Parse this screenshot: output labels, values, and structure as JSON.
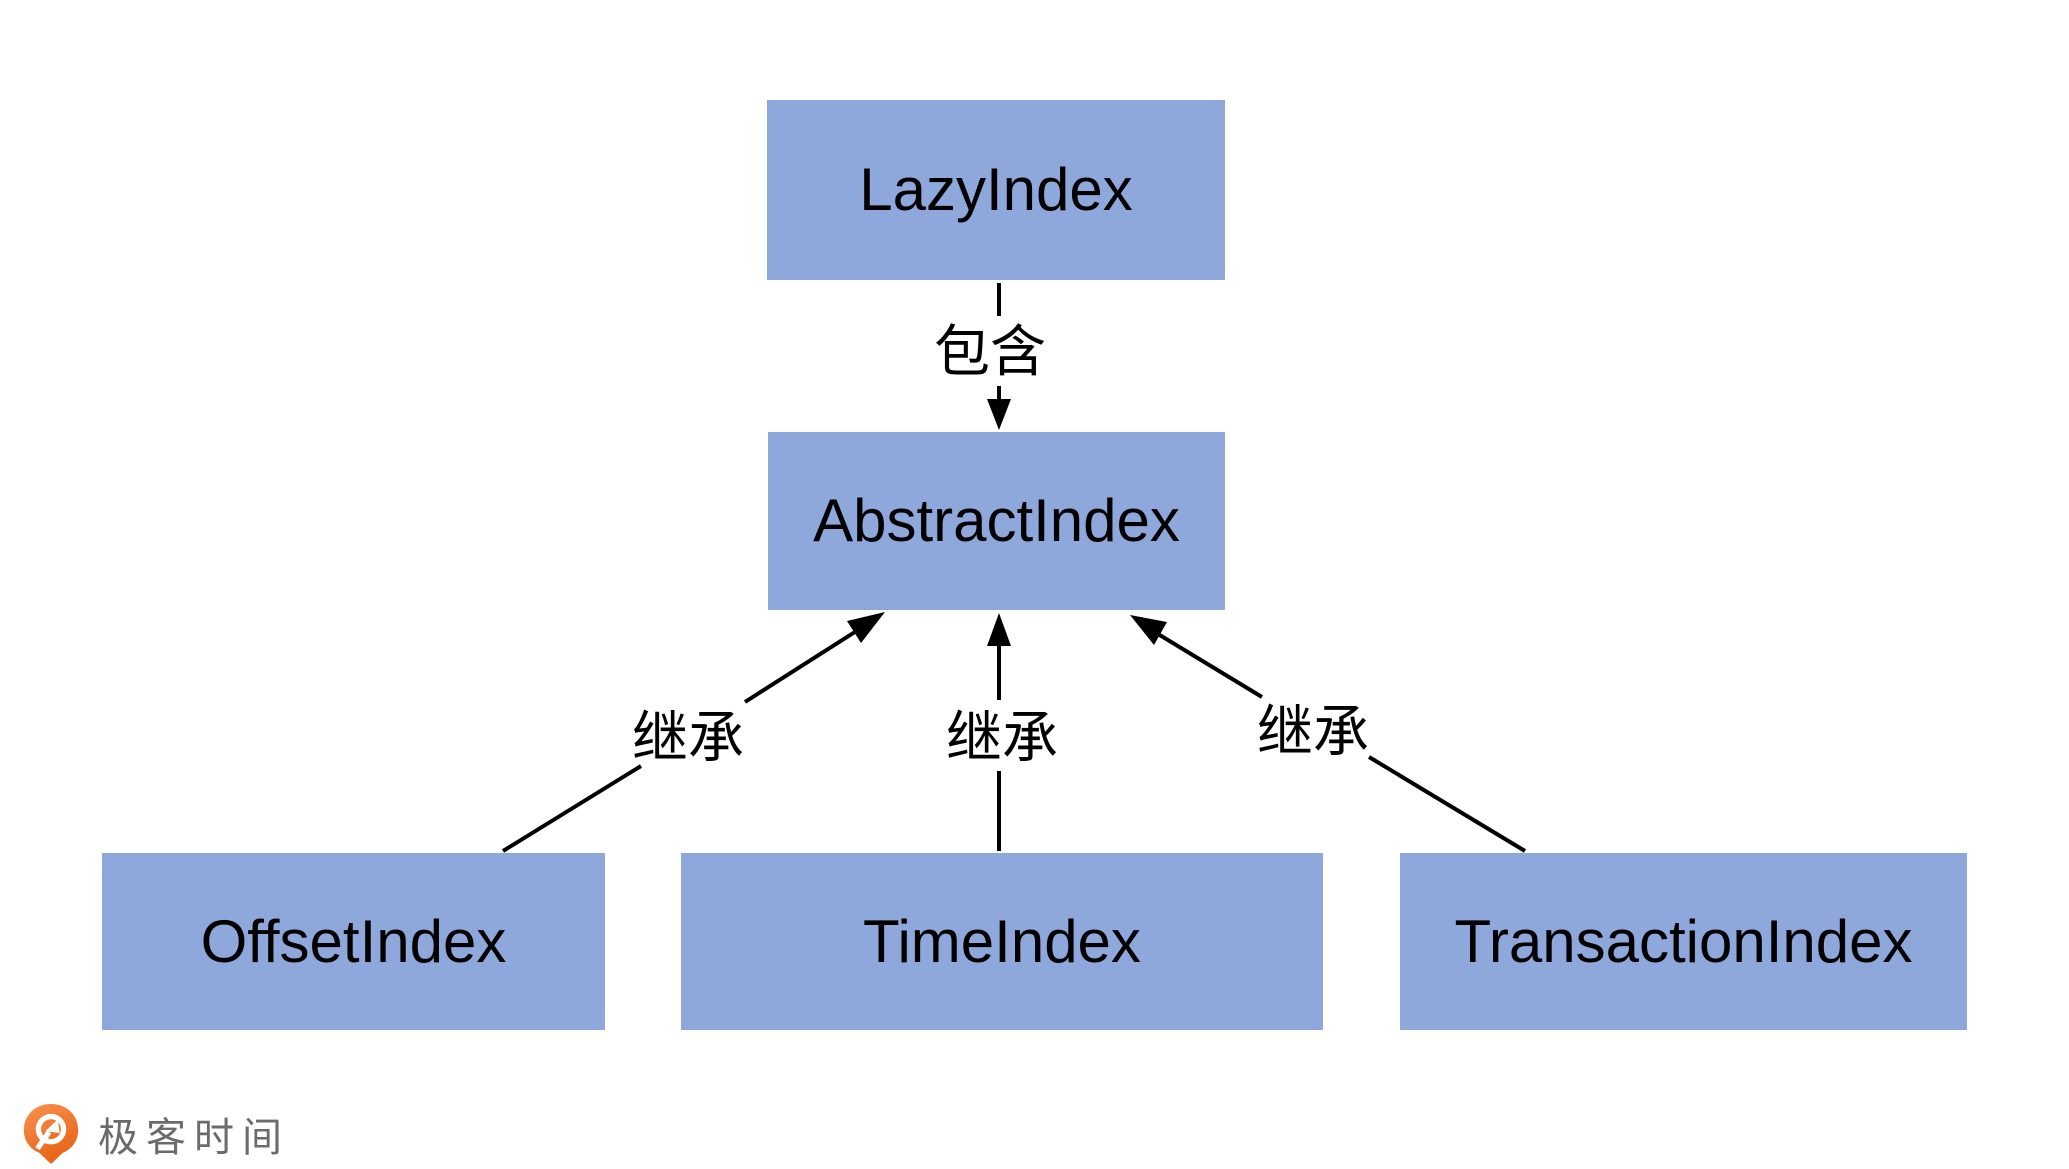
{
  "diagram": {
    "nodes": {
      "lazy": {
        "label": "LazyIndex"
      },
      "abstract": {
        "label": "AbstractIndex"
      },
      "offset": {
        "label": "OffsetIndex"
      },
      "time": {
        "label": "TimeIndex"
      },
      "transaction": {
        "label": "TransactionIndex"
      }
    },
    "edges": {
      "contains": {
        "label": "包含",
        "from": "LazyIndex",
        "to": "AbstractIndex"
      },
      "inherit_offset": {
        "label": "继承",
        "from": "OffsetIndex",
        "to": "AbstractIndex"
      },
      "inherit_time": {
        "label": "继承",
        "from": "TimeIndex",
        "to": "AbstractIndex"
      },
      "inherit_transaction": {
        "label": "继承",
        "from": "TransactionIndex",
        "to": "AbstractIndex"
      }
    },
    "colors": {
      "node_fill": "#8FA8DB",
      "node_text": "#000000",
      "line": "#000000"
    }
  },
  "footer": {
    "brand": "极客时间",
    "brand_text_color": "#6B6B6B",
    "logo_orange_top": "#F6914F",
    "logo_orange_bottom": "#E96417"
  }
}
